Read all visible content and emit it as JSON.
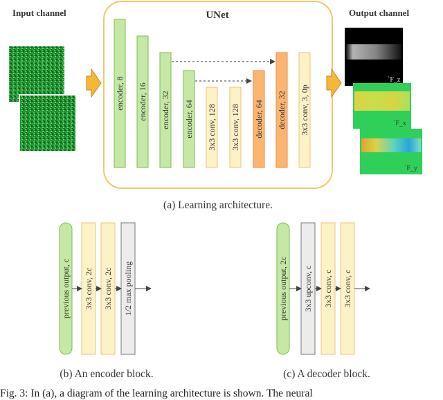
{
  "colors": {
    "unet_border": "#f2c66b",
    "green_fill": "#c5e8a5",
    "green_stroke": "#7fba56",
    "yellow_fill": "#fdf1c6",
    "yellow_stroke": "#e9c57b",
    "orange_fill": "#fbb572",
    "orange_stroke": "#ef8b3c",
    "gray_fill": "#ececec",
    "gray_stroke": "#777777",
    "arrow_fill": "#f4b73a",
    "arrow_stroke": "#c98b16",
    "field_green": "#22c04a"
  },
  "panel_a": {
    "input_title": "Input channel",
    "unet_title": "UNet",
    "output_title": "Output channel",
    "blocks": [
      {
        "label": "encoder, 8",
        "kind": "green"
      },
      {
        "label": "encoder, 16",
        "kind": "green"
      },
      {
        "label": "encoder, 32",
        "kind": "green"
      },
      {
        "label": "encoder, 64",
        "kind": "green"
      },
      {
        "label": "3x3 conv, 128",
        "kind": "yellow"
      },
      {
        "label": "3x3 conv, 128",
        "kind": "yellow"
      },
      {
        "label": "decoder, 64",
        "kind": "orange"
      },
      {
        "label": "decoder, 32",
        "kind": "orange"
      },
      {
        "label": "3x3 conv, 3, 0p",
        "kind": "yellow"
      }
    ],
    "output_maps": [
      "`F_z",
      "`F_x",
      "`F_y"
    ],
    "caption": "(a) Learning architecture."
  },
  "panel_b": {
    "blocks": [
      "previous output, c",
      "3x3 conv, 2c",
      "3x3 conv, 2c",
      "1/2 max pooling"
    ],
    "caption": "(b) An encoder block."
  },
  "panel_c": {
    "blocks": [
      "previous output, 2c",
      "3x3 upconv, c",
      "3x3 conv, c",
      "3x3 conv, c"
    ],
    "caption": "(c) A decoder block."
  },
  "figure_caption": "Fig. 3: In (a), a diagram of the learning architecture is shown. The neural"
}
